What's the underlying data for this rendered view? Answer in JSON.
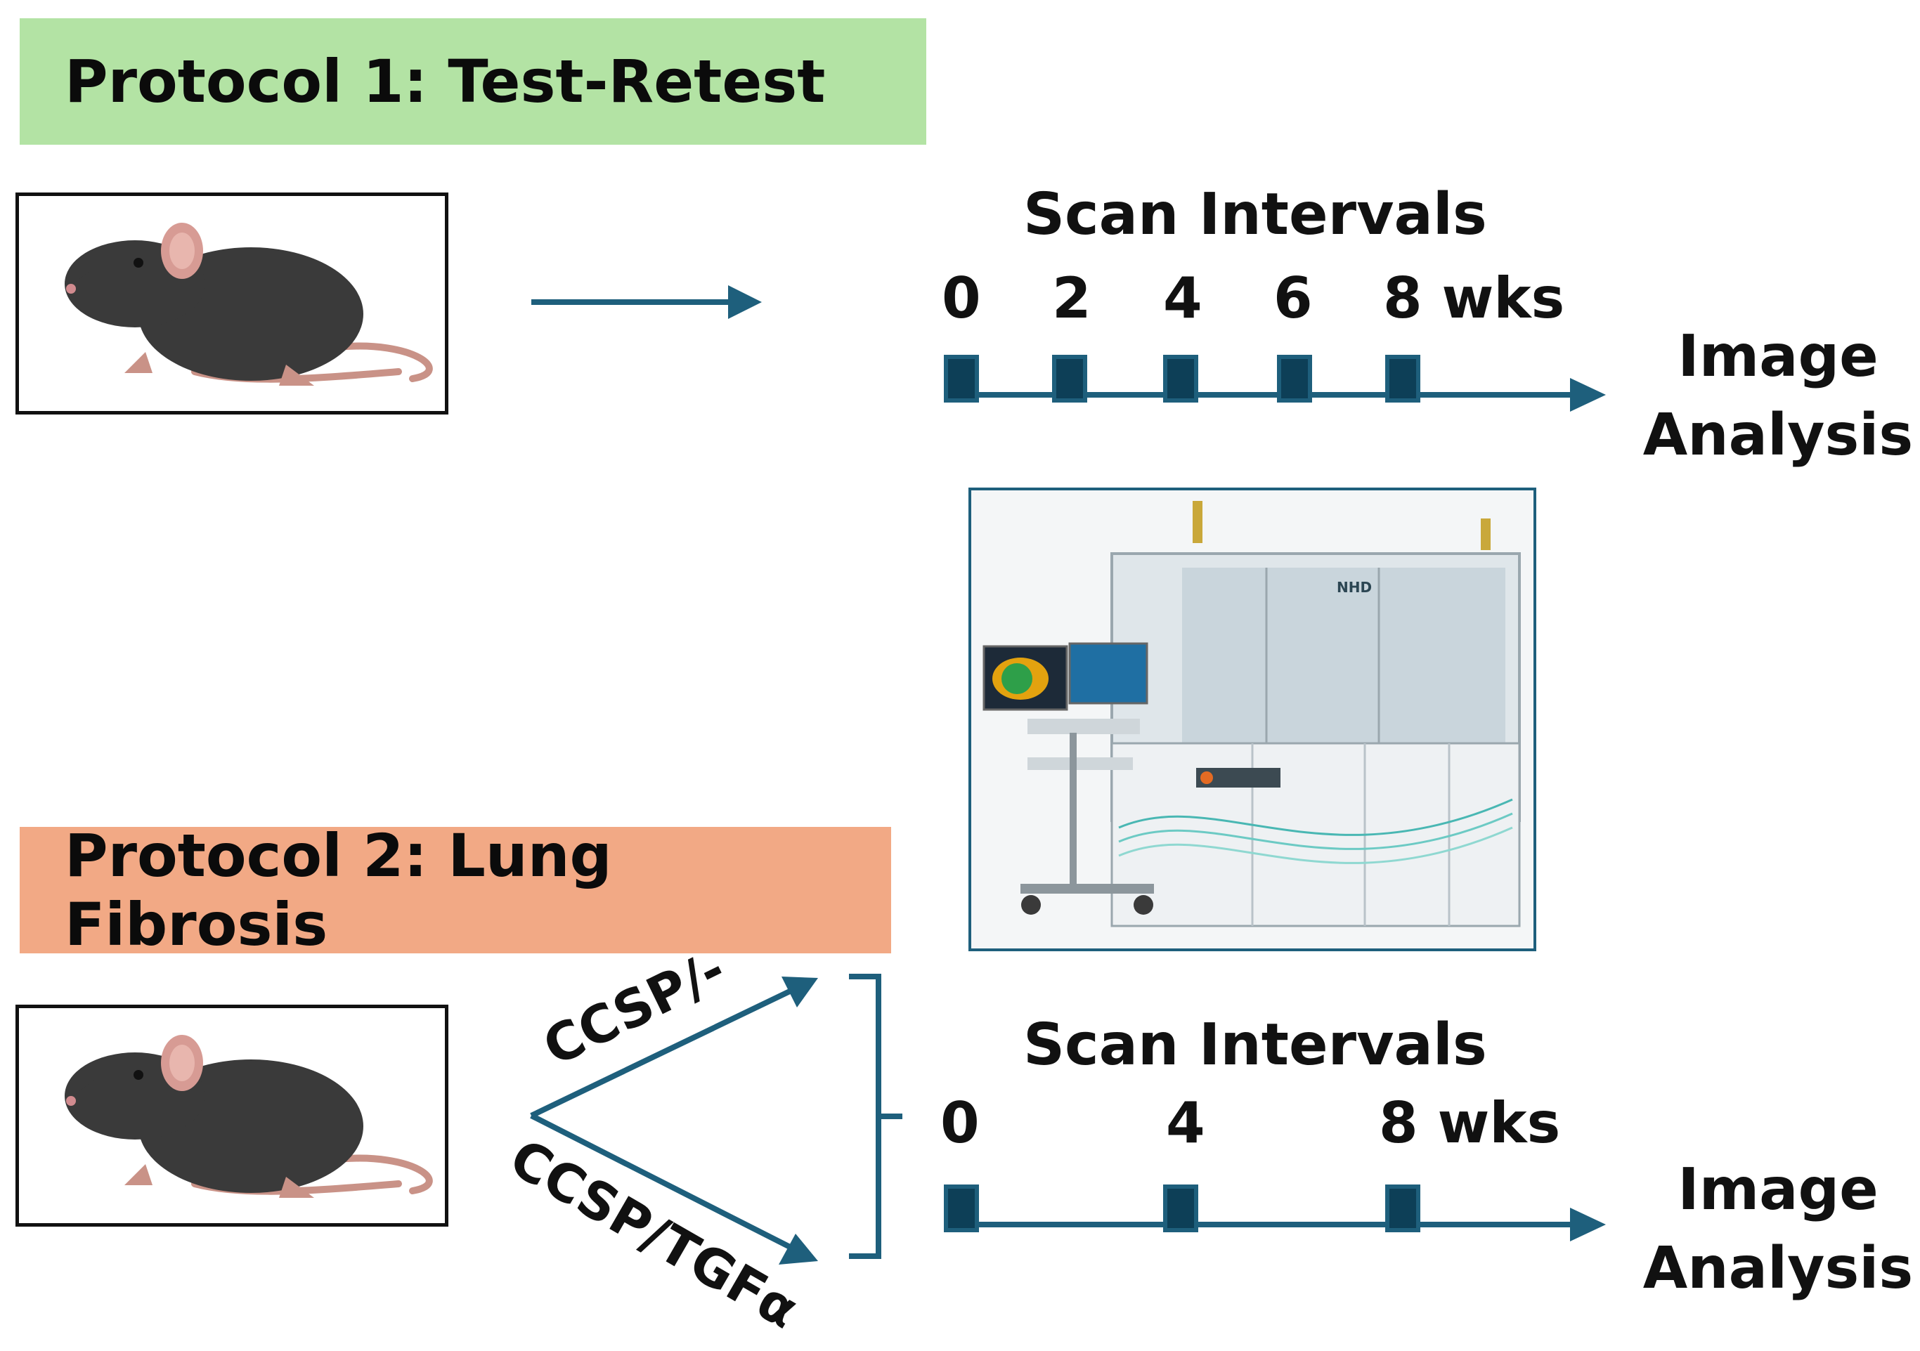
{
  "protocol1": {
    "title": "Protocol 1: Test-Retest",
    "scan_title": "Scan Intervals",
    "ticks": [
      "0",
      "2",
      "4",
      "6",
      "8 wks"
    ],
    "analysis": [
      "Image",
      "Analysis"
    ],
    "color": "#b3e3a4"
  },
  "protocol2": {
    "title": "Protocol 2: Lung Fibrosis",
    "branches": [
      "CCSP/-",
      "CCSP/TGFα"
    ],
    "scan_title": "Scan Intervals",
    "ticks": [
      "0",
      "4",
      "8 wks"
    ],
    "analysis": [
      "Image",
      "Analysis"
    ],
    "color": "#f2a985"
  },
  "scanner": {
    "brand": "NHD"
  },
  "colors": {
    "arrow": "#1e5f7c",
    "marker_fill": "#0d3f57"
  },
  "icons": [
    "mouse-illustration",
    "scanner-illustration"
  ]
}
